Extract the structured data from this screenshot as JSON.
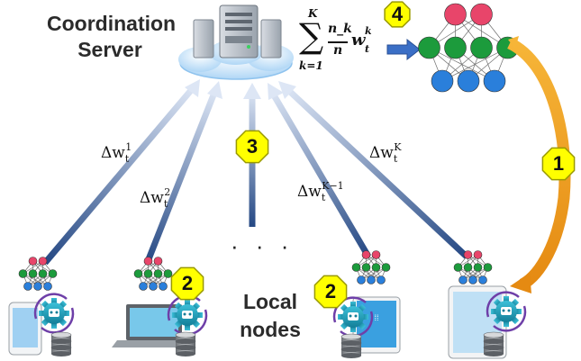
{
  "server": {
    "title_line1": "Coordination",
    "title_line2": "Server"
  },
  "aggregation": {
    "sum_symbol": "∑",
    "upper_limit": "K",
    "lower_limit": "k=1",
    "numerator": "n_k",
    "denominator": "n",
    "weight_base": "w",
    "weight_sub": "t",
    "weight_sup": "k"
  },
  "updates": [
    {
      "delta": "Δw",
      "sub": "t",
      "sup": "1"
    },
    {
      "delta": "Δw",
      "sub": "t",
      "sup": "2"
    },
    {
      "delta": "Δw",
      "sub": "t",
      "sup": "K−1"
    },
    {
      "delta": "Δw",
      "sub": "t",
      "sup": "K"
    }
  ],
  "ellipsis": "· · ·",
  "local_nodes": {
    "line1": "Local",
    "line2": "nodes"
  },
  "steps": {
    "step1": "1",
    "step2": "2",
    "step3": "3",
    "step4": "4"
  },
  "colors": {
    "arrow_blue": "#274a85",
    "arrow_light": "#dbe5f4",
    "orange": "#f0a020",
    "badge_yellow": "#ffff00",
    "node_red": "#e8456a",
    "node_green": "#1c9b3c",
    "node_blue": "#2a7fdb",
    "cloud": "#cfe6fb"
  }
}
